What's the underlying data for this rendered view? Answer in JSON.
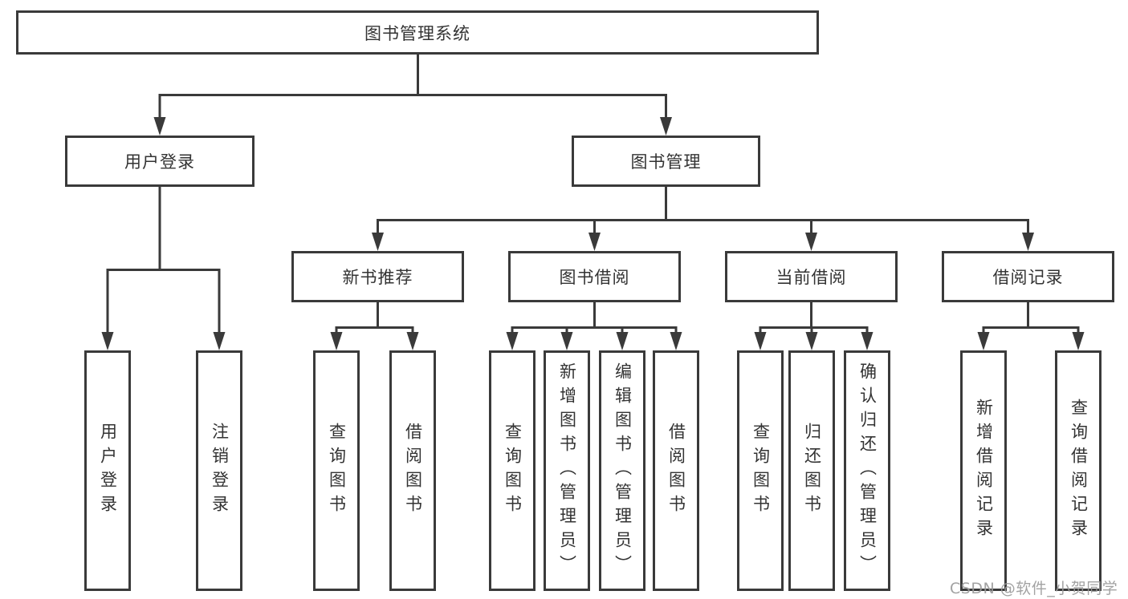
{
  "diagram": {
    "tree": {
      "root_label": "图书管理系统",
      "user_login": {
        "label": "用户登录",
        "children": [
          {
            "label": "用户登录"
          },
          {
            "label": "注销登录"
          }
        ]
      },
      "book_management": {
        "label": "图书管理",
        "sections": [
          {
            "label": "新书推荐",
            "children": [
              {
                "label": "查询图书"
              },
              {
                "label": "借阅图书"
              }
            ]
          },
          {
            "label": "图书借阅",
            "children": [
              {
                "label": "查询图书"
              },
              {
                "label": "新增图书（管理员）"
              },
              {
                "label": "编辑图书（管理员）"
              },
              {
                "label": "借阅图书"
              }
            ]
          },
          {
            "label": "当前借阅",
            "children": [
              {
                "label": "查询图书"
              },
              {
                "label": "归还图书"
              },
              {
                "label": "确认归还（管理员）"
              }
            ]
          },
          {
            "label": "借阅记录",
            "children": [
              {
                "label": "新增借阅记录"
              },
              {
                "label": "查询借阅记录"
              }
            ]
          }
        ]
      }
    },
    "watermark": {
      "text": "CSDN @软件_小贺同学",
      "color": "#9b9b9b"
    },
    "colors": {
      "line": "#3a3a3a",
      "text": "#333333",
      "background": "#ffffff"
    }
  }
}
